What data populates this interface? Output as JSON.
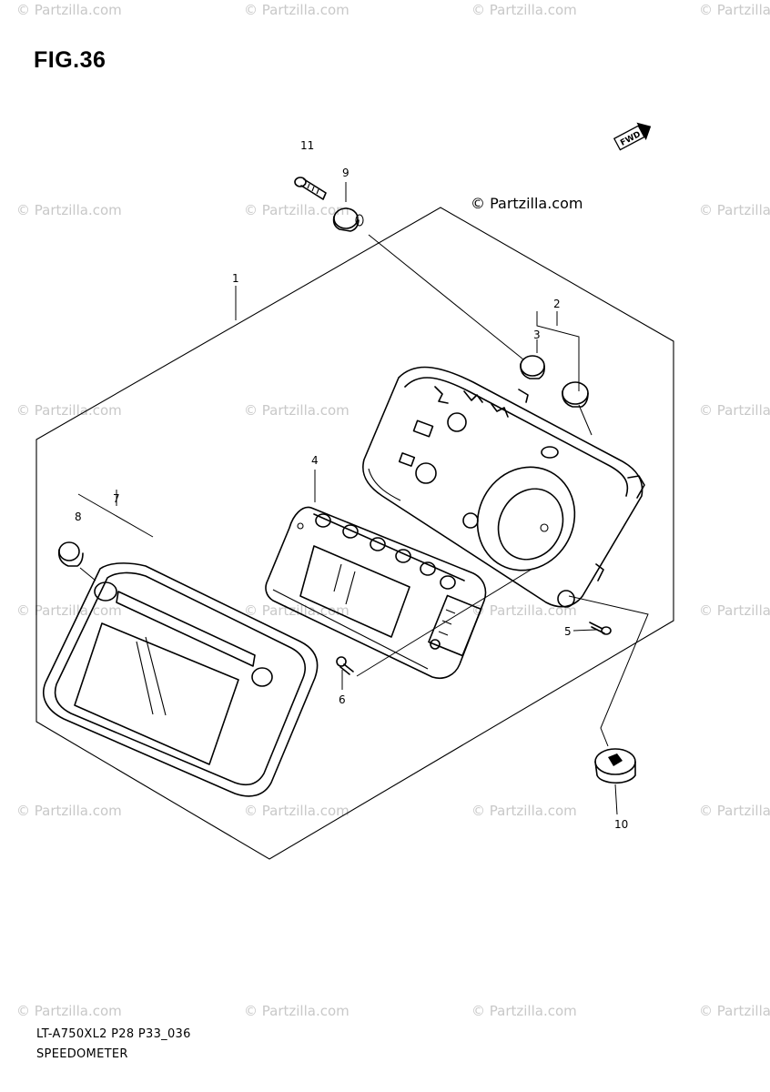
{
  "figure": {
    "title": "FIG.36",
    "model_code": "LT-A750XL2 P28 P33_036",
    "section_name": "SPEEDOMETER"
  },
  "watermark": {
    "main_text": "© Partzilla.com",
    "tile_text": "© Partzilla.com"
  },
  "callouts": [
    "1",
    "2",
    "3",
    "4",
    "5",
    "6",
    "7",
    "8",
    "9",
    "10",
    "11"
  ],
  "direction_arrow": {
    "label": "FWD",
    "icon": "forward-arrow-icon"
  }
}
